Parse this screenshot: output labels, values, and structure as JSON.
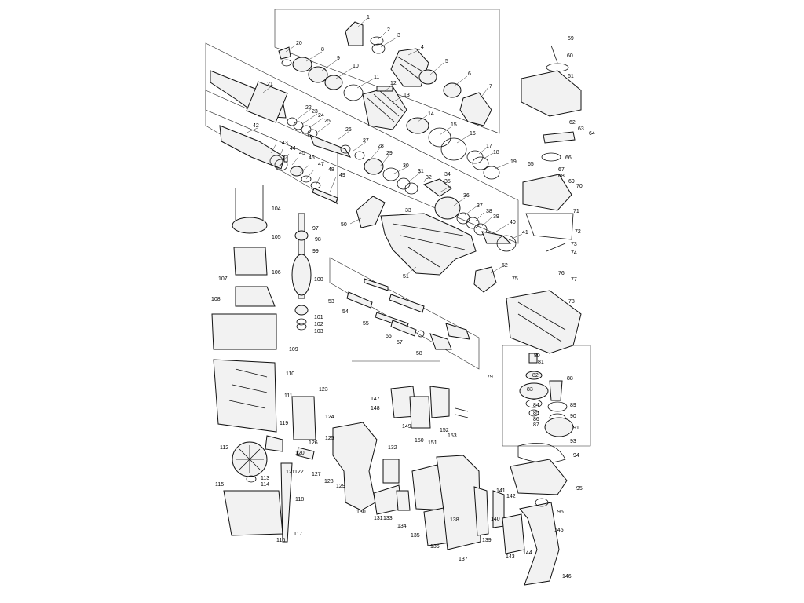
{
  "labels": [
    "1",
    "2",
    "3",
    "4",
    "5",
    "6",
    "7",
    "8",
    "9",
    "10",
    "11",
    "12",
    "13",
    "14",
    "15",
    "16",
    "17",
    "18",
    "19",
    "20",
    "21",
    "22",
    "23",
    "24",
    "25",
    "26",
    "27",
    "28",
    "29",
    "30",
    "31",
    "32",
    "33",
    "34",
    "35",
    "36",
    "37",
    "38",
    "39",
    "40",
    "41",
    "42",
    "43",
    "44",
    "45",
    "46",
    "47",
    "48",
    "49",
    "50",
    "51",
    "52",
    "53",
    "54",
    "55",
    "56",
    "57",
    "58",
    "59",
    "60",
    "61",
    "62",
    "63",
    "64",
    "65",
    "66",
    "67",
    "68",
    "69",
    "70",
    "71",
    "72",
    "73",
    "74",
    "75",
    "76",
    "77",
    "78",
    "79",
    "80",
    "81",
    "82",
    "83",
    "84",
    "85",
    "86",
    "87",
    "88",
    "89",
    "90",
    "91",
    "93",
    "94",
    "95",
    "96",
    "97",
    "98",
    "99",
    "100",
    "101",
    "102",
    "103",
    "104",
    "105",
    "106",
    "107",
    "108",
    "109",
    "110",
    "111",
    "112",
    "113",
    "114",
    "115",
    "116",
    "117",
    "118",
    "119",
    "120",
    "121",
    "122",
    "123",
    "124",
    "125",
    "126",
    "127",
    "128",
    "129",
    "130",
    "131",
    "132",
    "133",
    "134",
    "135",
    "136",
    "137",
    "138",
    "139",
    "140",
    "141",
    "142",
    "143",
    "144",
    "145",
    "146",
    "147",
    "148",
    "149",
    "150",
    "151",
    "152",
    "153"
  ]
}
